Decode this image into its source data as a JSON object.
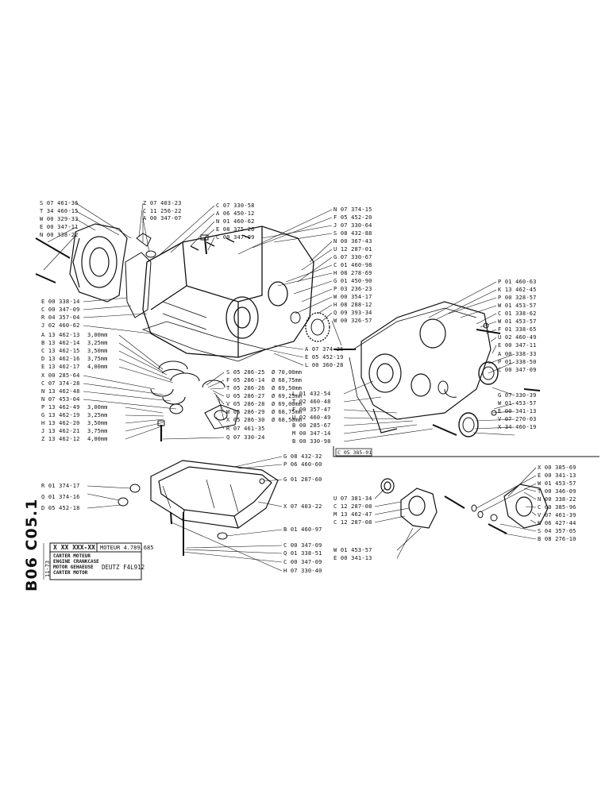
{
  "drawing": {
    "page_code": "B06  C05.1",
    "date_code": "11-73",
    "part_number": "X XX XXX-XX",
    "motor_label": "MOTEUR 4.789.685",
    "engine_model": "DEUTZ F4L912",
    "titles": [
      "CARTER MOTEUR",
      "ENGINE CRANKCASE",
      "MOTOR GEHAEUSE",
      "CARTER MOTOR"
    ],
    "section_ref": "C 05 385-01"
  },
  "labels": {
    "left_upper": [
      "S 07 461-36",
      "T 34 460-15",
      "W 00 329-33",
      "E 00 347-11",
      "N 00 338-22"
    ],
    "top_center": [
      "Z 07 403-23",
      "C 11 256-22",
      "A 00 347-07"
    ],
    "top_center_right": [
      "C 07 330-58",
      "A 06 450-12",
      "N 01 460-62",
      "E 08 375-26",
      "C 00 347-09"
    ],
    "top_right": [
      "N 07 374-15",
      "F 05 452-20",
      "J 07 330-64",
      "S 08 432-88",
      "N 00 367-43",
      "U 12 287-01",
      "G 07 330-67",
      "C 01 460-98",
      "H 08 278-69",
      "G 01 450-90",
      "P 03 236-23",
      "W 00 354-17",
      "H 08 288-12",
      "Q 09 393-34",
      "W 00 326-57"
    ],
    "left_middle": [
      "E 00 338-14",
      "C 00 347-09",
      "R 04 357-04",
      "J 02 460-62"
    ],
    "bearings_a": [
      {
        "code": "A 13 462-13",
        "size": "3,00mm"
      },
      {
        "code": "B 13 462-14",
        "size": "3,25mm"
      },
      {
        "code": "C 13 462-15",
        "size": "3,50mm"
      },
      {
        "code": "D 13 462-16",
        "size": "3,75mm"
      },
      {
        "code": "E 13 462-17",
        "size": "4,00mm"
      }
    ],
    "left_lower": [
      "X 00 285-64",
      "C 07 374-28",
      "N 13 462-48",
      "N 07 453-04"
    ],
    "bearings_b": [
      {
        "code": "P 13 462-49",
        "size": "3,00mm"
      },
      {
        "code": "G 13 462-19",
        "size": "3,25mm"
      },
      {
        "code": "H 13 462-20",
        "size": "3,50mm"
      },
      {
        "code": "J 13 462-21",
        "size": "3,75mm"
      },
      {
        "code": "Z 13 462-12",
        "size": "4,00mm"
      }
    ],
    "center_block": [
      "A 07 374-26",
      "E 05 452-19",
      "L 00 360-28"
    ],
    "thrust": [
      {
        "code": "S 05 286-25",
        "size": "Ø 70,00mm"
      },
      {
        "code": "F 05 286-14",
        "size": "Ø 68,75mm"
      },
      {
        "code": "T 05 286-26",
        "size": "Ø 69,50mm"
      },
      {
        "code": "U 05 286-27",
        "size": "Ø 69,25mm"
      },
      {
        "code": "V 05 286-28",
        "size": "Ø 69,00mm"
      },
      {
        "code": "W 05 286-29",
        "size": "Ø 68,75mm"
      },
      {
        "code": "X 05 286-30",
        "size": "Ø 68,50mm"
      }
    ],
    "center_lower": [
      "R 07 461-35",
      "Q 07 330-24"
    ],
    "cover_left": [
      "L 01 432-54",
      "T 02 460-48",
      "F 00 357-47",
      "U 02 460-49",
      "B 00 285-67",
      "M 00 347-14",
      "B 00 330-98"
    ],
    "right_cover": [
      "P 01 460-63",
      "K 13 462-45",
      "P 00 328-57",
      "W 01 453-57",
      "C 01 338-62",
      "W 01 453-57",
      "F 01 338-65",
      "U 02 460-49",
      "E 00 347-11",
      "A 00 338-33",
      "P 01 338-50",
      "C 00 347-09",
      "G 07 330-39",
      "W 01 453-57",
      "E 00 341-13",
      "V 07 270-03",
      "X 34 460-19"
    ],
    "sump_right": [
      "G 08 432-32",
      "P 06 460-60",
      "G 01 287-60",
      "X 07 403-22",
      "B 01 460-97",
      "C 00 347-09",
      "Q 01 338-51",
      "C 00 347-09",
      "H 07 330-40"
    ],
    "sump_left": [
      "R 01 374-17",
      "Q 01 374-16",
      "D 05 452-18"
    ],
    "pump_left": [
      "U 07 381-34",
      "C 12 287-08",
      "M 13 462-47",
      "C 12 287-08"
    ],
    "pump_bottom": [
      "W 01 453-57",
      "E 00 341-13"
    ],
    "pump_right": [
      "X 00 385-69",
      "E 00 341-13",
      "W 01 453-57",
      "T 00 346-09",
      "N 00 338-22",
      "C 00 385-96",
      "V 07 461-39",
      "K 06 427-44",
      "S 04 357-05",
      "B 08 276-10"
    ]
  }
}
